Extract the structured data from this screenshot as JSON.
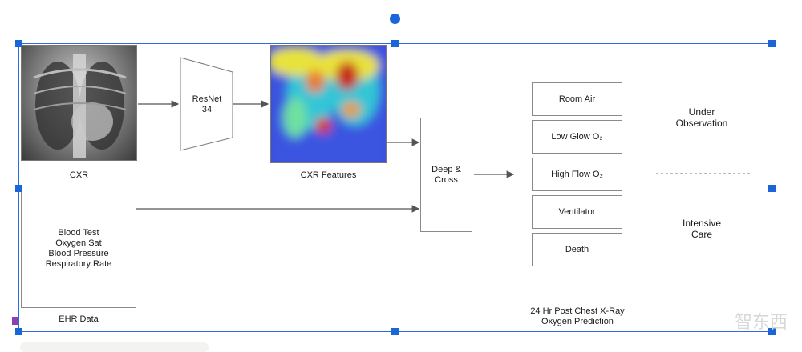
{
  "inputs": {
    "cxr_label": "CXR",
    "resnet_label": "ResNet\n34",
    "features_label": "CXR Features",
    "ehr_lines": [
      "Blood Test",
      "Oxygen Sat",
      "Blood Pressure",
      "Respiratory Rate"
    ],
    "ehr_label": "EHR Data"
  },
  "model": {
    "deep_cross_label": "Deep &\nCross"
  },
  "outputs": {
    "classes": [
      "Room Air",
      "Low Glow O₂",
      "High Flow O₂",
      "Ventilator",
      "Death"
    ],
    "caption": "24 Hr Post Chest X-Ray\nOxygen Prediction"
  },
  "groups": {
    "top": "Under\nObservation",
    "bottom": "Intensive\nCare"
  },
  "watermark": "智东西",
  "colors": {
    "selection": "#2b6fd6",
    "handle": "#1a66d9",
    "arrow": "#555555",
    "box_border": "#8a8a8a"
  }
}
